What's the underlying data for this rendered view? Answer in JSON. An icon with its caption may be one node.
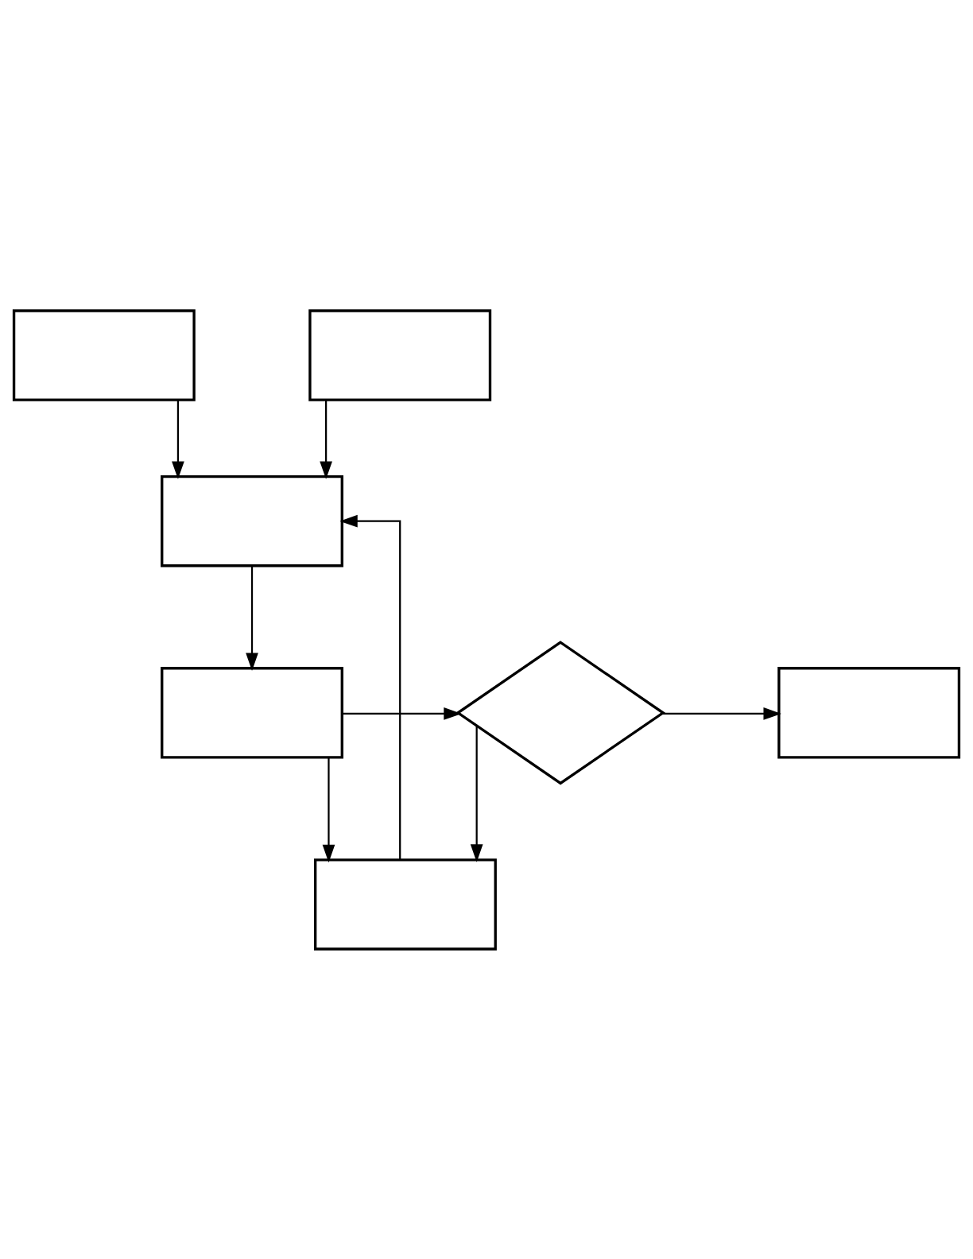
{
  "diagram": {
    "nodes": [
      {
        "text": [],
        "shape": "box"
      },
      {
        "text": [],
        "shape": "box"
      },
      {
        "text": [],
        "shape": "box"
      },
      {
        "text": [],
        "shape": "box"
      },
      {
        "text": [],
        "shape": "diamond"
      },
      {
        "text": [],
        "shape": "box"
      },
      {
        "text": [],
        "shape": "box"
      }
    ],
    "edges": [
      {
        "from": 0,
        "to": 2,
        "arrow": "to"
      },
      {
        "from": 1,
        "to": 2,
        "arrow": "to"
      },
      {
        "from": 2,
        "to": 3,
        "arrow": "to"
      },
      {
        "from": 3,
        "to": 4,
        "arrow": "to"
      },
      {
        "from": 4,
        "to": 5,
        "arrow": "to"
      },
      {
        "from": 3,
        "to": 6,
        "arrow": "to"
      },
      {
        "from": 4,
        "to": 6,
        "arrow": "to"
      },
      {
        "from": 6,
        "to": 2,
        "arrow": "to"
      }
    ]
  }
}
